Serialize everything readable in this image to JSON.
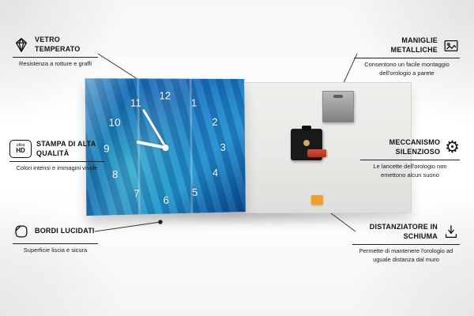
{
  "clock": {
    "numbers": [
      "12",
      "1",
      "2",
      "3",
      "4",
      "5",
      "6",
      "7",
      "8",
      "9",
      "10",
      "11"
    ]
  },
  "features": {
    "vetro": {
      "title": "VETRO TEMPERATO",
      "desc": "Resistenza a rotture e graffi",
      "icon": "diamond-icon"
    },
    "stampa": {
      "title": "STAMPA DI ALTA QUALITÀ",
      "desc": "Colori intensi e immagini vivide",
      "badge_top": "ultra",
      "badge_bottom": "HD",
      "icon": "ultra-hd-icon"
    },
    "bordi": {
      "title": "BORDI LUCIDATI",
      "desc": "Superficie liscia e sicura",
      "icon": "polished-edge-icon"
    },
    "maniglie": {
      "title": "MANIGLIE METALLICHE",
      "desc": "Consentono un facile montaggio dell'orologio a parete",
      "icon": "picture-frame-icon"
    },
    "meccanismo": {
      "title": "MECCANISMO SILENZIOSO",
      "desc": "Le lancette dell'orologio non emettono alcun suono",
      "icon": "gear-icon",
      "gear_glyph": "⚙"
    },
    "distanziatore": {
      "title": "DISTANZIATORE IN SCHIUMA",
      "desc": "Permette di mantenere l'orologio ad uguale distanza dal muro",
      "icon": "spacer-arrow-icon"
    }
  },
  "colors": {
    "clock_blue": "#1670b8",
    "battery_red": "#c4351f",
    "foam_orange": "#f0a02a"
  }
}
